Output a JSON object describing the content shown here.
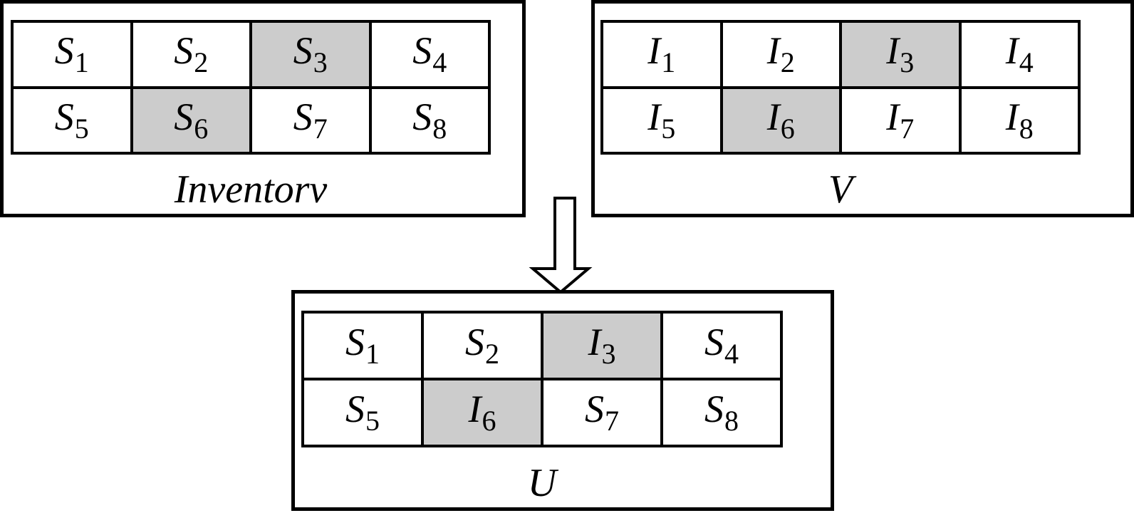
{
  "panels": {
    "inventory": {
      "caption": "Inventorv",
      "cells": [
        {
          "sym": "S",
          "sub": "1",
          "highlighted": false
        },
        {
          "sym": "S",
          "sub": "2",
          "highlighted": false
        },
        {
          "sym": "S",
          "sub": "3",
          "highlighted": true
        },
        {
          "sym": "S",
          "sub": "4",
          "highlighted": false
        },
        {
          "sym": "S",
          "sub": "5",
          "highlighted": false
        },
        {
          "sym": "S",
          "sub": "6",
          "highlighted": true
        },
        {
          "sym": "S",
          "sub": "7",
          "highlighted": false
        },
        {
          "sym": "S",
          "sub": "8",
          "highlighted": false
        }
      ]
    },
    "v": {
      "caption": "V",
      "cells": [
        {
          "sym": "I",
          "sub": "1",
          "highlighted": false
        },
        {
          "sym": "I",
          "sub": "2",
          "highlighted": false
        },
        {
          "sym": "I",
          "sub": "3",
          "highlighted": true
        },
        {
          "sym": "I",
          "sub": "4",
          "highlighted": false
        },
        {
          "sym": "I",
          "sub": "5",
          "highlighted": false
        },
        {
          "sym": "I",
          "sub": "6",
          "highlighted": true
        },
        {
          "sym": "I",
          "sub": "7",
          "highlighted": false
        },
        {
          "sym": "I",
          "sub": "8",
          "highlighted": false
        }
      ]
    },
    "u": {
      "caption": "U",
      "cells": [
        {
          "sym": "S",
          "sub": "1",
          "highlighted": false
        },
        {
          "sym": "S",
          "sub": "2",
          "highlighted": false
        },
        {
          "sym": "I",
          "sub": "3",
          "highlighted": true
        },
        {
          "sym": "S",
          "sub": "4",
          "highlighted": false
        },
        {
          "sym": "S",
          "sub": "5",
          "highlighted": false
        },
        {
          "sym": "I",
          "sub": "6",
          "highlighted": true
        },
        {
          "sym": "S",
          "sub": "7",
          "highlighted": false
        },
        {
          "sym": "S",
          "sub": "8",
          "highlighted": false
        }
      ]
    }
  },
  "colors": {
    "highlight": "#cccccc",
    "stroke": "#000000",
    "background": "#ffffff"
  },
  "arrow": {
    "icon": "down-arrow-icon",
    "direction": "down"
  }
}
